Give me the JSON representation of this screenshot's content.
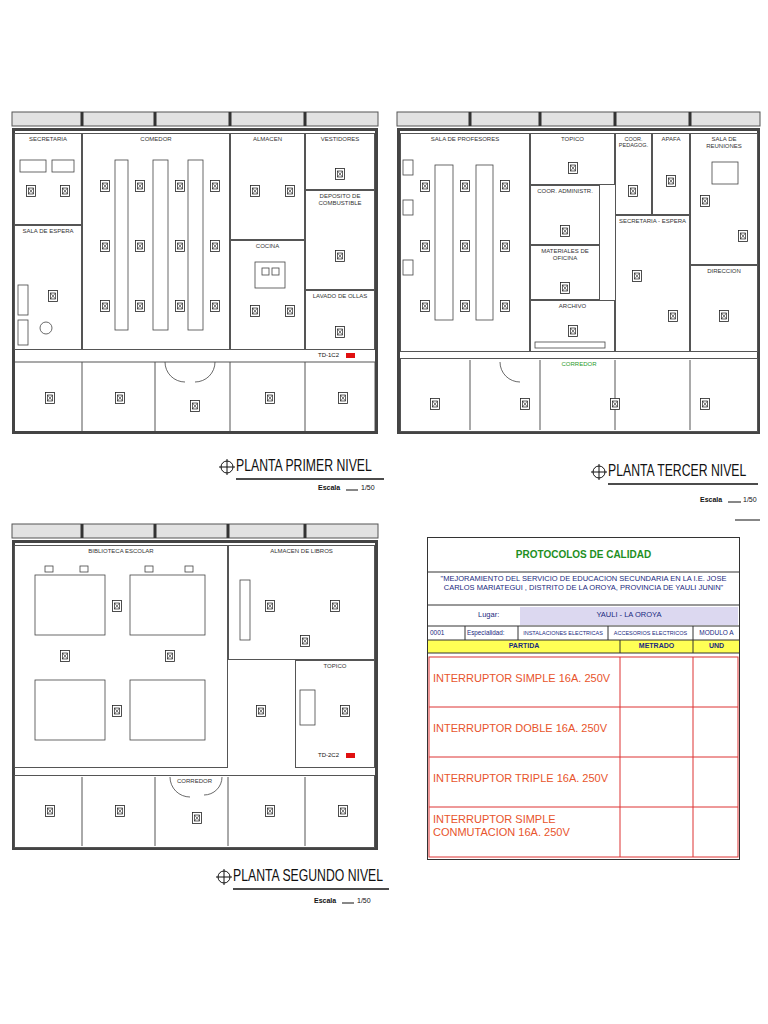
{
  "diagram": {
    "nodes": [
      {
        "text": [
          "PLANTA PRIMER NIVEL"
        ]
      },
      {
        "text": [
          "SECRETARIA"
        ],
        "in": 0
      },
      {
        "text": [
          "SALA DE ESPERA"
        ],
        "in": 0
      },
      {
        "text": [
          "COMEDOR"
        ],
        "in": 0
      },
      {
        "text": [
          "ALMACEN"
        ],
        "in": 0
      },
      {
        "text": [
          "VESTIDORES"
        ],
        "in": 0
      },
      {
        "text": [
          "DEPOSITO DE COMBUSTIBLE"
        ],
        "in": 0
      },
      {
        "text": [
          "COCINA"
        ],
        "in": 0
      },
      {
        "text": [
          "LAVADO DE OLLAS"
        ],
        "in": 0
      },
      {
        "text": [
          "PLANTA TERCER NIVEL"
        ]
      },
      {
        "text": [
          "SALA DE PROFESORES"
        ],
        "in": 9
      },
      {
        "text": [
          "TOPICO"
        ],
        "in": 9
      },
      {
        "text": [
          "COOR. ADMINISTR."
        ],
        "in": 9
      },
      {
        "text": [
          "MATERIALES DE OFICINA"
        ],
        "in": 9
      },
      {
        "text": [
          "ARCHIVO"
        ],
        "in": 9
      },
      {
        "text": [
          "COOR. PEDAGOG."
        ],
        "in": 9
      },
      {
        "text": [
          "APAFA"
        ],
        "in": 9
      },
      {
        "text": [
          "SECRETARIA - ESPERA"
        ],
        "in": 9
      },
      {
        "text": [
          "SALA DE REUNIONES"
        ],
        "in": 9
      },
      {
        "text": [
          "DIRECCION"
        ],
        "in": 9
      },
      {
        "text": [
          "CORREDOR"
        ],
        "in": 9
      },
      {
        "text": [
          "PLANTA SEGUNDO NIVEL"
        ]
      },
      {
        "text": [
          "BIBLIOTECA ESCOLAR"
        ],
        "in": 21
      },
      {
        "text": [
          "ALMACEN DE LIBROS"
        ],
        "in": 21
      },
      {
        "text": [
          "TOPICO"
        ],
        "in": 21
      },
      {
        "text": [
          "CORREDOR"
        ],
        "in": 21
      },
      {
        "text": [
          "PROTOCOLOS DE CALIDAD"
        ]
      }
    ],
    "labels": [
      "Escala",
      "1/50",
      "Escala",
      "1/50",
      "Escala",
      "1/50",
      "TD-1C2",
      "TD-2C2",
      "\"MEJORAMIENTO DEL SERVICIO DE EDUCACION SECUNDARIA EN LA I.E. JOSE CARLOS MARIATEGUI , DISTRITO DE LA OROYA, PROVINCIA DE YAULI JUNIN\"",
      "Lugar:",
      "YAULI - LA OROYA",
      "0001",
      "Especialidad:",
      "INSTALACIONES ELECTRICAS",
      "ACCESORIOS ELECTRICOS",
      "MODULO A",
      "PARTIDA",
      "METRADO",
      "UND",
      "INTERRUPTOR SIMPLE 16A. 250V",
      "INTERRUPTOR DOBLE 16A. 250V",
      "INTERRUPTOR TRIPLE 16A. 250V",
      "INTERRUPTOR SIMPLE CONMUTACION 16A. 250V"
    ]
  }
}
